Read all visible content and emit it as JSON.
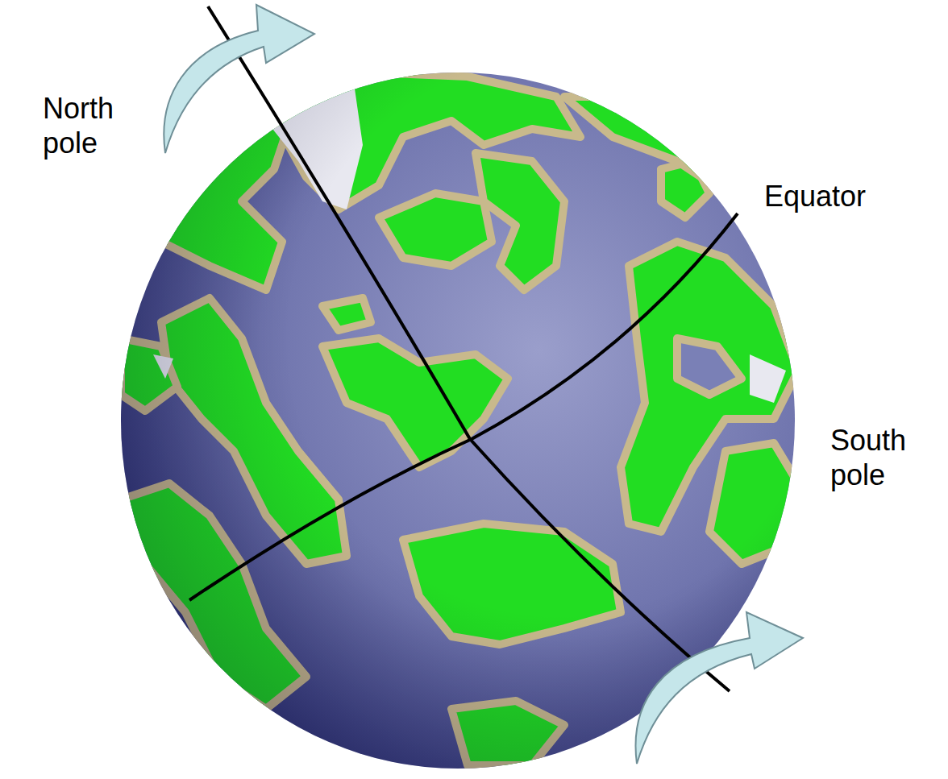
{
  "diagram": {
    "labels": [
      "North pole",
      "Equator",
      "South pole"
    ]
  }
}
